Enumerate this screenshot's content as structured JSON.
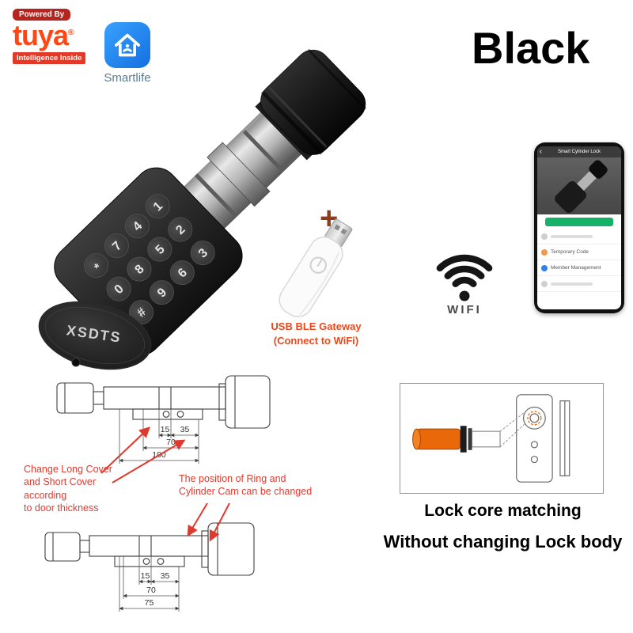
{
  "branding": {
    "powered_by": "Powered By",
    "tuya": "tuya",
    "registered_mark": "®",
    "tagline": "Intelligence Inside",
    "smartlife": "Smartlife"
  },
  "color_title": "Black",
  "lock": {
    "brand": "XSDTS",
    "keypad": [
      "1",
      "2",
      "3",
      "4",
      "5",
      "6",
      "7",
      "8",
      "9",
      "*",
      "0",
      "#"
    ]
  },
  "gateway": {
    "plus": "+",
    "caption_line1": "USB BLE Gateway",
    "caption_line2": "(Connect to WiFi)"
  },
  "wifi": {
    "label": "WIFI"
  },
  "phone": {
    "app_title": "Smart Cylinder Lock",
    "menu": [
      "Temporary Code",
      "Member Management"
    ]
  },
  "annotations": {
    "cover": "Change Long Cover\nand Short Cover\naccording\nto door thickness",
    "ring": "The position of Ring and\nCylinder Cam can be changed"
  },
  "diagrams": {
    "top": {
      "dims": [
        "15",
        "35",
        "70",
        "100"
      ]
    },
    "bottom": {
      "dims": [
        "15",
        "35",
        "70",
        "75"
      ]
    }
  },
  "matching": {
    "line1": "Lock core matching",
    "line2": "Without changing Lock body"
  },
  "colors": {
    "tuya_orange": "#ff4613",
    "badge_red": "#b7231d",
    "smartlife_blue": "#2b8cff",
    "annotation_red": "#e03a2f",
    "gateway_caption_red": "#e8491d",
    "app_green": "#17b26a",
    "core_orange": "#e8680a"
  }
}
